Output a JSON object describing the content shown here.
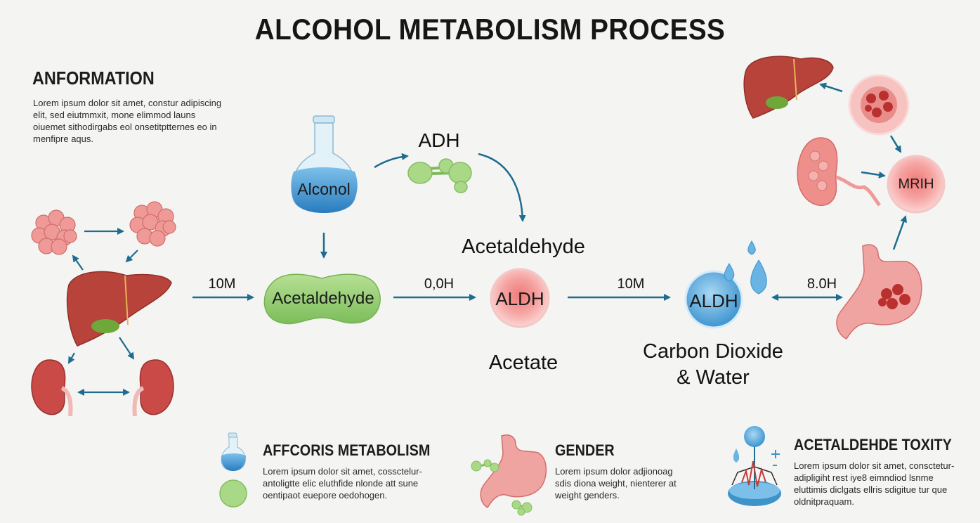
{
  "title": "ALCOHOL METABOLISM PROCESS",
  "info": {
    "heading": "ANFORMATION",
    "text_lines": [
      "Lorem ipsum dolor sit amet, constur adipiscing",
      "elit, sed eiutmmxit, mone elimmod launs",
      "oiuemet sithodirgabs eol onsetitptternes eo in",
      "menfipre aqus."
    ]
  },
  "nodes": {
    "alcohol": "Alconol",
    "acetaldehyde_blob": "Acetaldehyde",
    "adh": "ADH",
    "acetaldehyde_label": "Acetaldehyde",
    "aldh_1": "ALDH",
    "acetate": "Acetate",
    "aldh_2": "ALDH",
    "co2_water_line1": "Carbon Dioxide",
    "co2_water_line2": "& Water",
    "mrih": "MRIH"
  },
  "edge_labels": {
    "e1": "10M",
    "e2": "0,0H",
    "e3": "10M",
    "e4": "8.0H"
  },
  "cards": [
    {
      "heading": "AFFCORIS METABOLISM",
      "lines": [
        "Lorem ipsum dolor sit amet, cossctelur-",
        "antoligtte elic eluthfide nlonde att sune",
        "oentipaot euepore oedohogen."
      ]
    },
    {
      "heading": "GENDER",
      "lines": [
        "Lorem ipsum dolor  adjionoag",
        "sdis diona weight, nienterer at",
        "weight genders."
      ]
    },
    {
      "heading": "ACETALDEHDE TOXITY",
      "lines": [
        "Lorem ipsum dolor sit amet, consctetur-",
        "adipligiht rest iye8 eimndiod lsnme",
        "eluttimis diclgats ellris sdigitue tur que",
        "oldnitpraquam."
      ]
    }
  ],
  "colors": {
    "arrow": "#1d6d8e",
    "liver": "#b8433b",
    "blue": "#4a9fd8",
    "green": "#8dc96b",
    "pink": "#f0b8b8",
    "red_core": "#e77c7c"
  },
  "icons": [
    "lung-cluster-icon",
    "liver-icon",
    "kidney-icon",
    "flask-icon",
    "molecule-icon",
    "stomach-icon",
    "cell-icon",
    "droplet-icon",
    "toxicity-icon"
  ]
}
